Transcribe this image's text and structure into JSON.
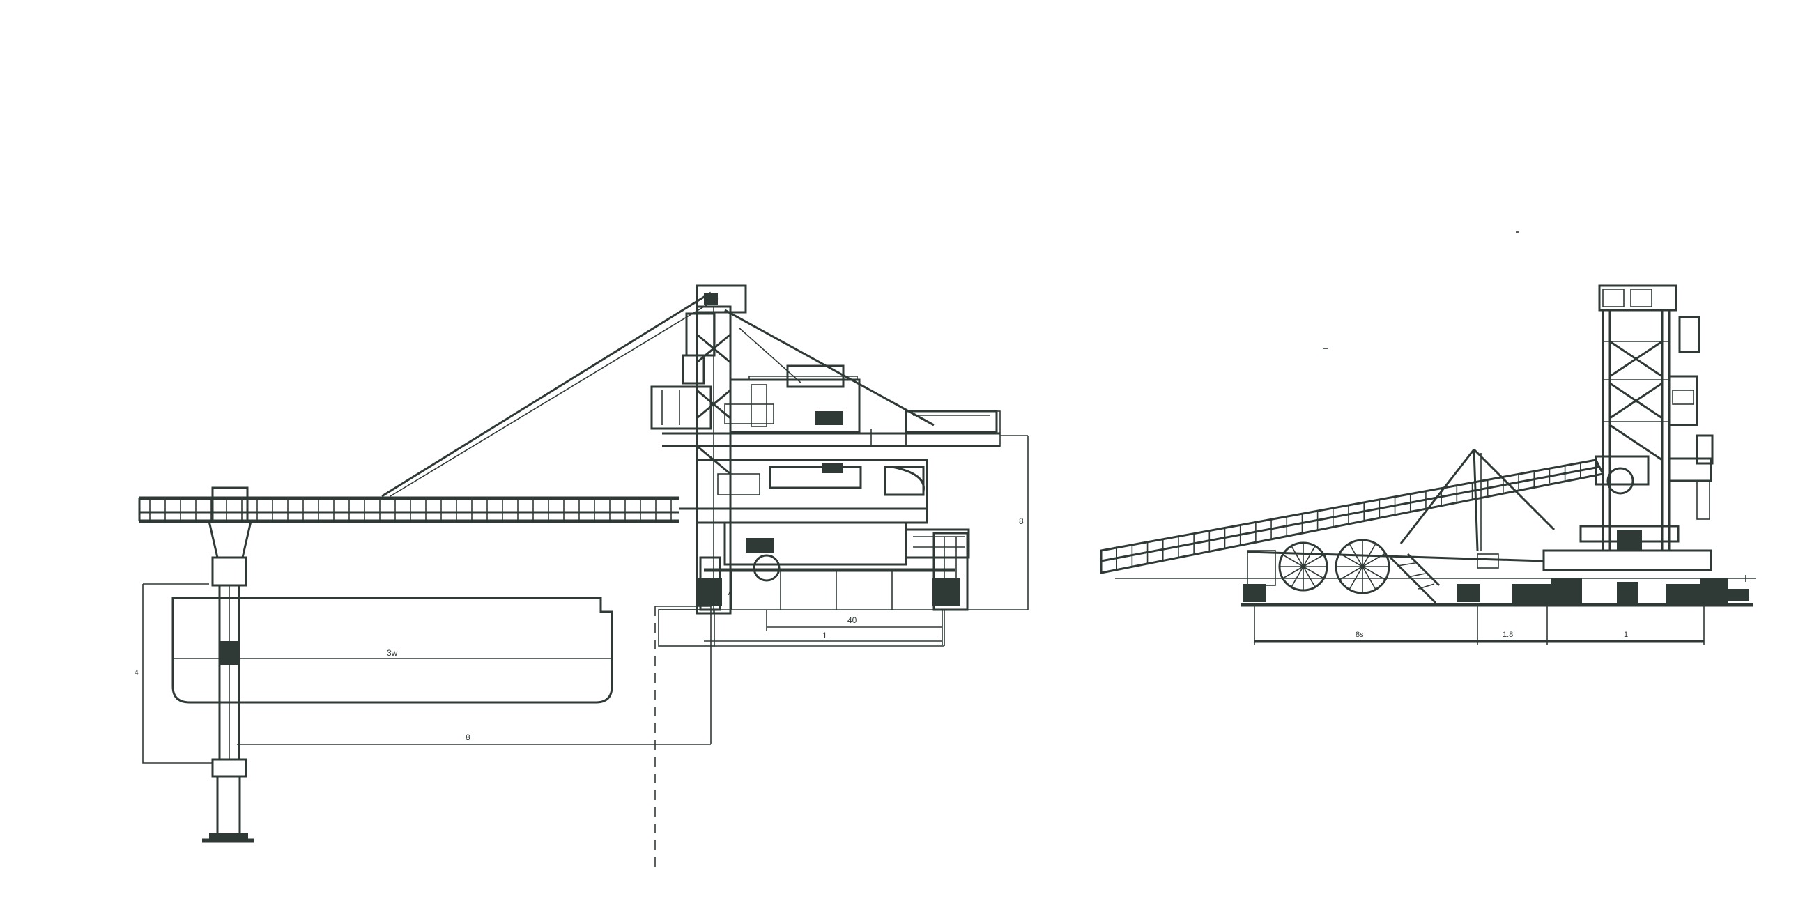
{
  "drawing": {
    "ink_color": "#2f3a36",
    "background": "#ffffff",
    "views": [
      {
        "name": "side-elevation",
        "dimensions": {
          "ship_length": "3w",
          "ship_overall": "8",
          "portal_span": "1",
          "portal_inner": "40",
          "ship_depth": "4",
          "boom_height": "8"
        }
      },
      {
        "name": "end-elevation",
        "dimensions": {
          "rail_span_left": "8s",
          "rail_span_mid": "1.8",
          "rail_span_right": "1"
        }
      }
    ]
  }
}
